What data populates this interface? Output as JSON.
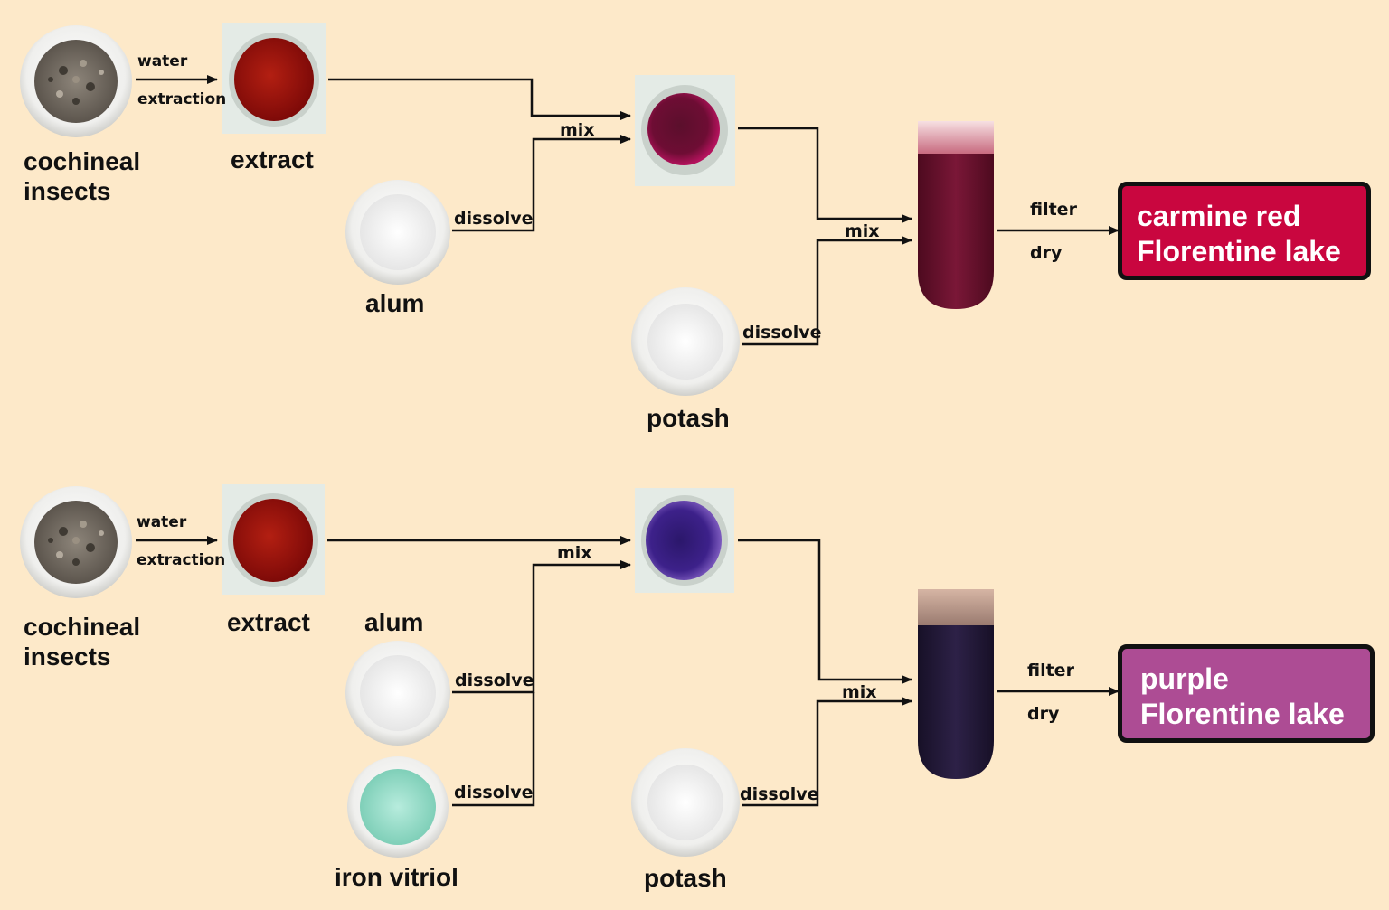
{
  "colors": {
    "background": "#fde9c9",
    "carmine": "#c9063f",
    "purple": "#ad4c94",
    "extract_red": "#a5120a",
    "violet_mix": "#3d1d80",
    "magenta_mix": "#8c0a3a",
    "vitriol_green": "#8fd9c5",
    "tube_red": "#6e1230",
    "tube_dark": "#261a3e"
  },
  "rows": [
    {
      "insects_label": "cochineal\ninsects",
      "water_label": "water",
      "extraction_label": "extraction",
      "extract_label": "extract",
      "mix1_label": "mix",
      "alum_label": "alum",
      "dissolve_alum_label": "dissolve",
      "mix2_label": "mix",
      "potash_label": "potash",
      "dissolve_potash_label": "dissolve",
      "filter_label": "filter",
      "dry_label": "dry",
      "result_label": "carmine red\nFlorentine lake"
    },
    {
      "insects_label": "cochineal\ninsects",
      "water_label": "water",
      "extraction_label": "extraction",
      "extract_label": "extract",
      "mix1_label": "mix",
      "alum_label": "alum",
      "dissolve_alum_label": "dissolve",
      "iron_label": "iron vitriol",
      "dissolve_iron_label": "dissolve",
      "mix2_label": "mix",
      "potash_label": "potash",
      "dissolve_potash_label": "dissolve",
      "filter_label": "filter",
      "dry_label": "dry",
      "result_label": "purple\nFlorentine lake"
    }
  ]
}
